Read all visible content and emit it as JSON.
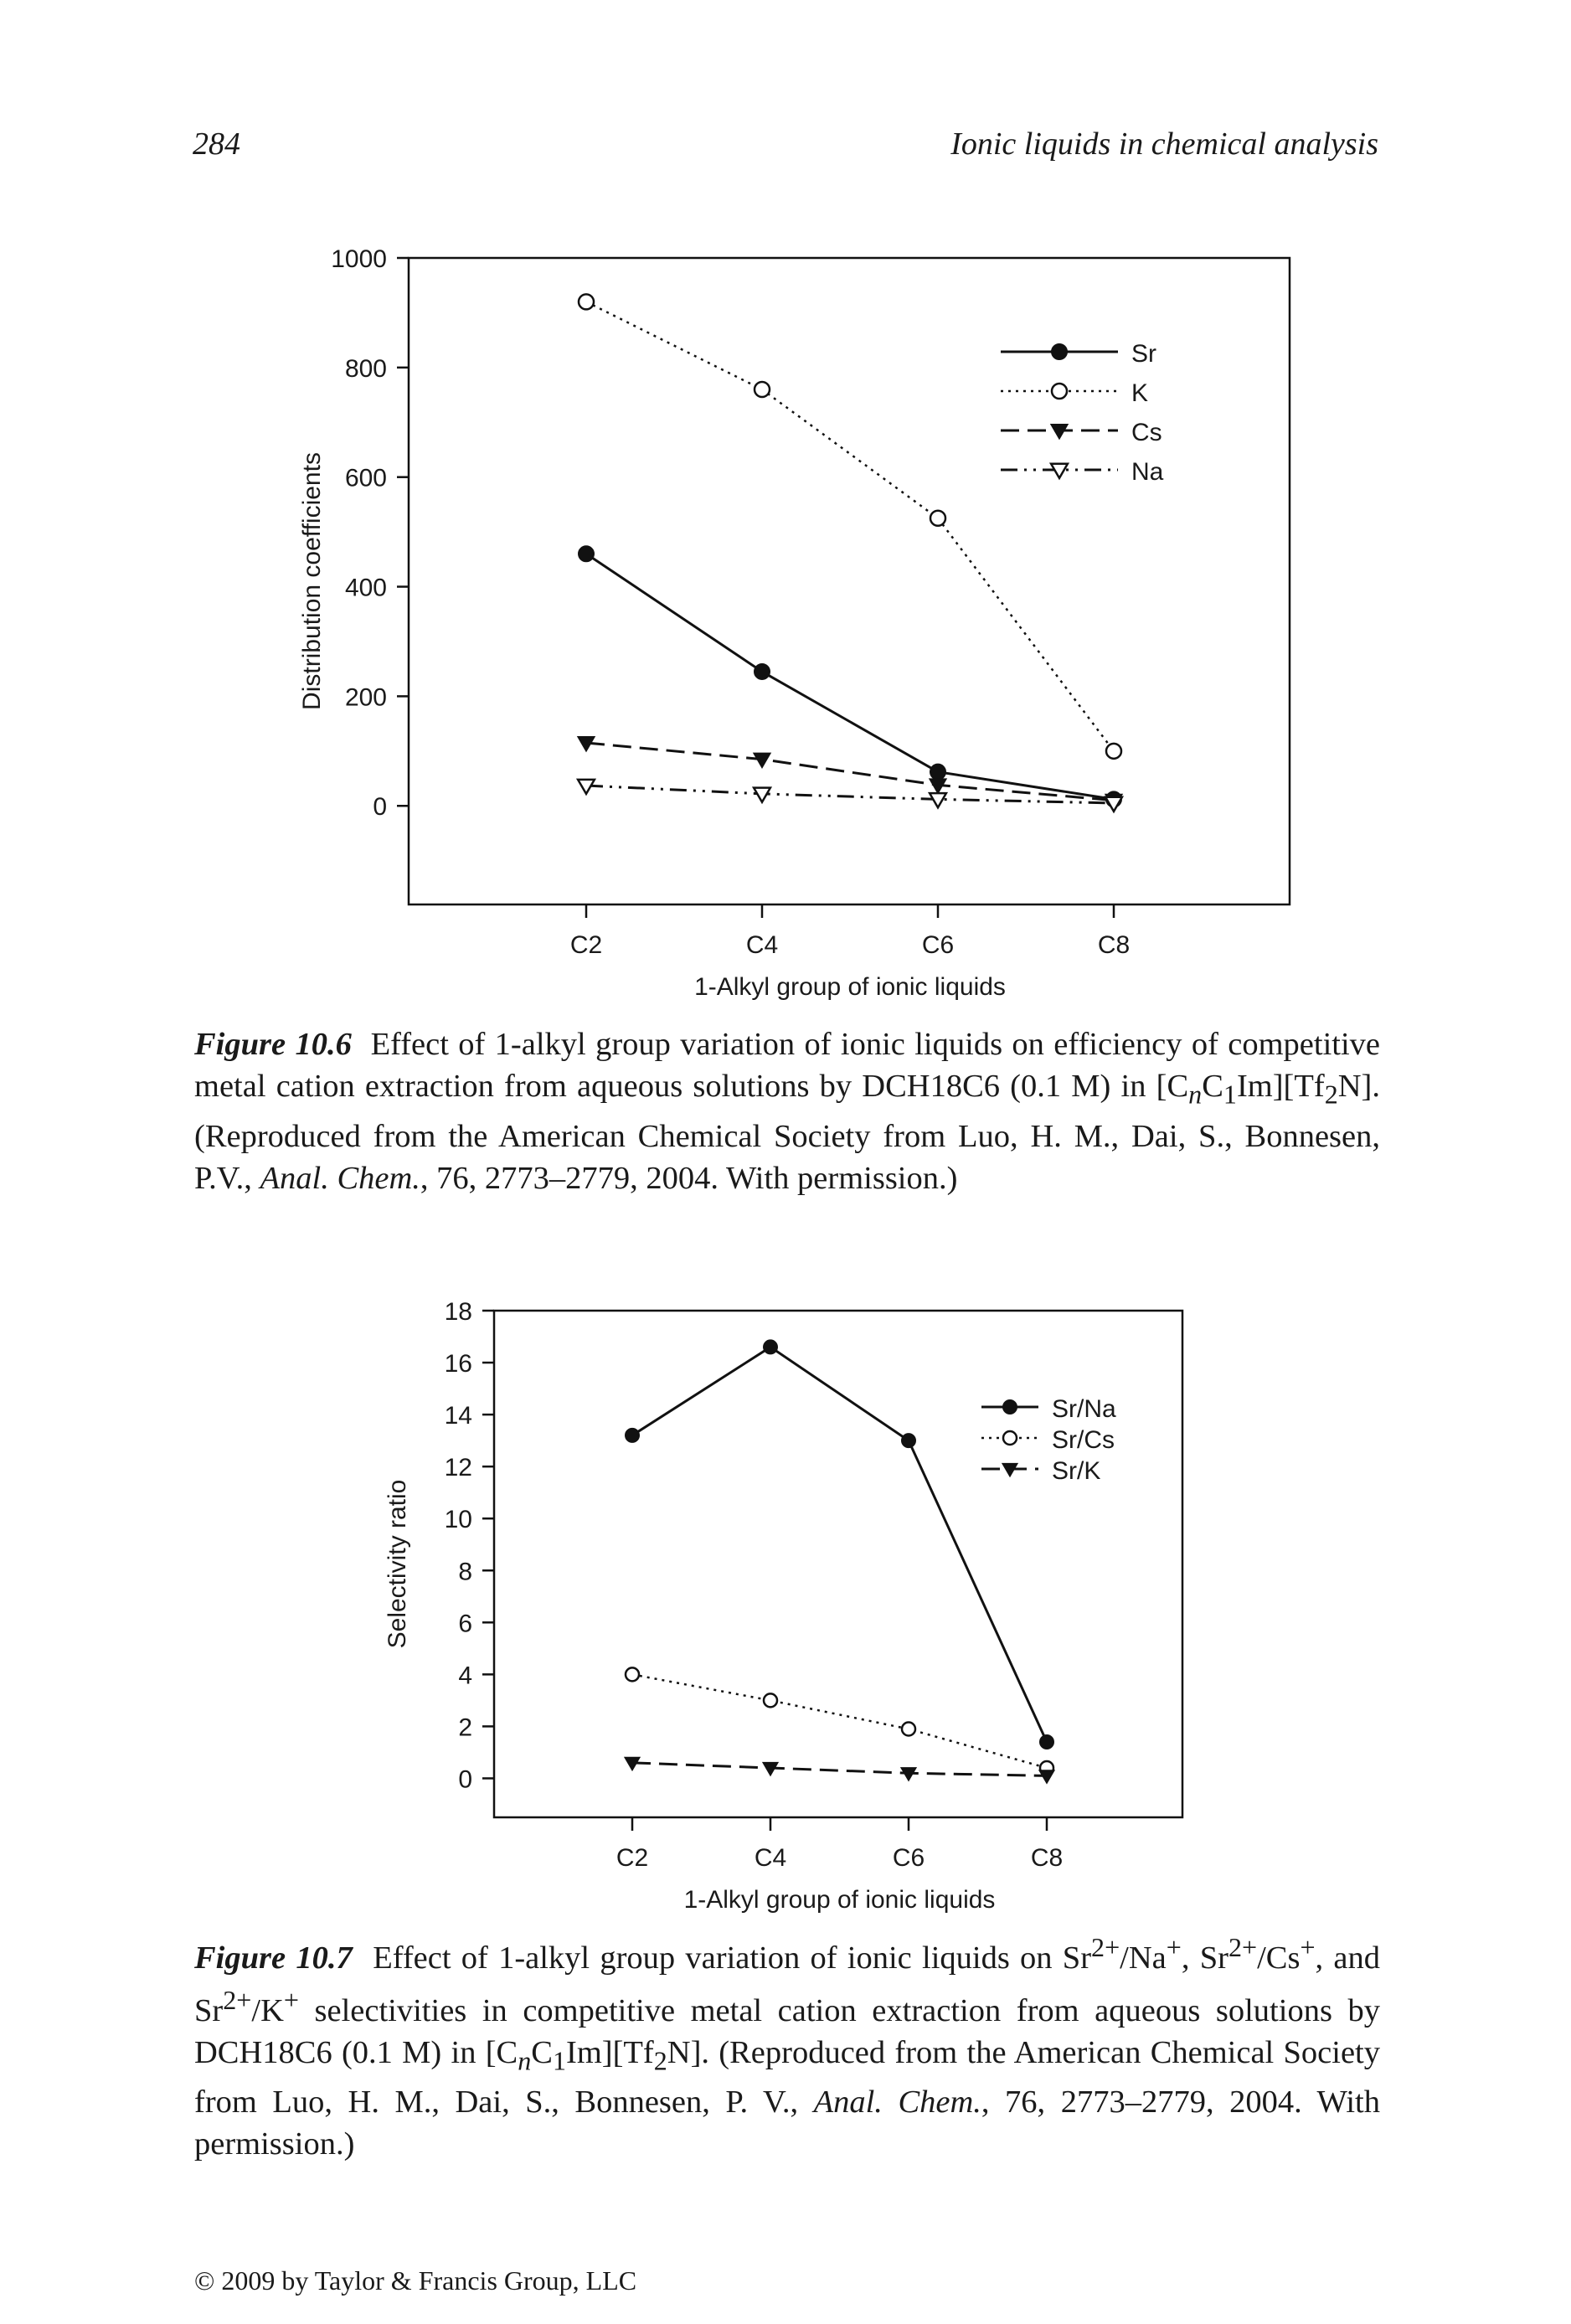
{
  "header": {
    "page_number": "284",
    "running_title": "Ionic liquids in chemical analysis"
  },
  "figure1": {
    "caption": {
      "label": "Figure 10.6",
      "text_a": "Effect of 1-alkyl group variation of ionic liquids on efficiency of competitive metal cation extraction from aqueous solutions by DCH18C6 (0.1 M) in [C",
      "sub_n": "n",
      "text_b": "C",
      "sub_1": "1",
      "text_c": "Im][Tf",
      "sub_2": "2",
      "text_d": "N]. (Reproduced from the American Chemical Society from Luo, H. M., Dai, S., Bonnesen, P.V., ",
      "journal": "Anal. Chem.",
      "text_e": ", 76, 2773–2779, 2004. With permission.)"
    }
  },
  "figure2": {
    "caption": {
      "label": "Figure 10.7",
      "text_a": "Effect of 1-alkyl group variation of ionic liquids on Sr",
      "sup_a": "2+",
      "text_b": "/Na",
      "sup_b": "+",
      "text_c": ", Sr",
      "sup_c": "2+",
      "text_d": "/Cs",
      "sup_d": "+",
      "text_e": ", and Sr",
      "sup_e": "2+",
      "text_f": "/K",
      "sup_f": "+",
      "text_g": " selectivities in competitive metal cation extraction from aqueous solutions by DCH18C6 (0.1 M) in [C",
      "sub_n": "n",
      "text_h": "C",
      "sub_1": "1",
      "text_i": "Im][Tf",
      "sub_2": "2",
      "text_j": "N]. (Reproduced from the American Chemical Society from Luo, H. M., Dai, S., Bonnesen, P. V., ",
      "journal": "Anal. Chem.",
      "text_k": ", 76, 2773–2779, 2004. With permission.)"
    }
  },
  "footer": {
    "copyright": "© 2009 by Taylor & Francis Group, LLC"
  },
  "chart_data": [
    {
      "type": "line",
      "title": "",
      "xlabel": "1-Alkyl group of ionic liquids",
      "ylabel": "Distribution coefficients",
      "categories": [
        "C2",
        "C4",
        "C6",
        "C8"
      ],
      "ylim": [
        -180,
        1000
      ],
      "yticks": [
        0,
        200,
        400,
        600,
        800,
        1000
      ],
      "legend_position": "top-right",
      "grid": false,
      "series": [
        {
          "name": "Sr",
          "values": [
            460,
            245,
            62,
            12
          ],
          "marker": "filled-circle",
          "dash": "solid"
        },
        {
          "name": "K",
          "values": [
            920,
            760,
            525,
            100
          ],
          "marker": "open-circle",
          "dash": "dotted"
        },
        {
          "name": "Cs",
          "values": [
            115,
            85,
            38,
            10
          ],
          "marker": "filled-triangle-down",
          "dash": "dashed"
        },
        {
          "name": "Na",
          "values": [
            37,
            22,
            12,
            5
          ],
          "marker": "open-triangle-down",
          "dash": "dash-dot-dot"
        }
      ]
    },
    {
      "type": "line",
      "title": "",
      "xlabel": "1-Alkyl group of ionic liquids",
      "ylabel": "Selectivity ratio",
      "categories": [
        "C2",
        "C4",
        "C6",
        "C8"
      ],
      "ylim": [
        -1.5,
        18
      ],
      "yticks": [
        0,
        2,
        4,
        6,
        8,
        10,
        12,
        14,
        16,
        18
      ],
      "legend_position": "top-right",
      "grid": false,
      "series": [
        {
          "name": "Sr/Na",
          "values": [
            13.2,
            16.6,
            13.0,
            1.4
          ],
          "marker": "filled-circle",
          "dash": "solid"
        },
        {
          "name": "Sr/Cs",
          "values": [
            4.0,
            3.0,
            1.9,
            0.4
          ],
          "marker": "open-circle",
          "dash": "dotted"
        },
        {
          "name": "Sr/K",
          "values": [
            0.6,
            0.4,
            0.2,
            0.1
          ],
          "marker": "filled-triangle-down",
          "dash": "dashed"
        }
      ]
    }
  ]
}
